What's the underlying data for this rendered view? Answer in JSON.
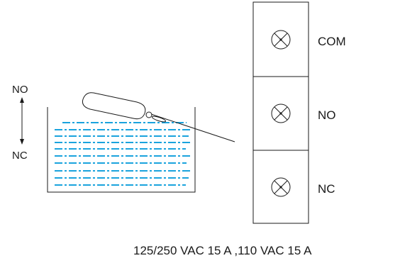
{
  "tank": {
    "arrow_top_label": "NO",
    "arrow_bottom_label": "NC",
    "water_color": "#1aa3dd"
  },
  "terminals": [
    {
      "label": "COM"
    },
    {
      "label": "NO"
    },
    {
      "label": "NC"
    }
  ],
  "rating": "125/250 VAC 15 A ,110 VAC 15 A",
  "colors": {
    "line": "#1a1a1a",
    "water": "#1aa3dd"
  }
}
